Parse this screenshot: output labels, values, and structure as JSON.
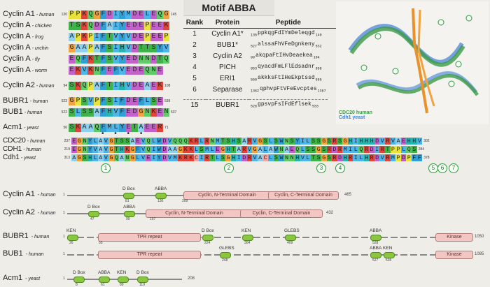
{
  "title": "Motif ABBA",
  "left_alignment": {
    "rows": [
      {
        "name": "Cyclin A1",
        "species": "- human",
        "start": "130",
        "seq": "PPKQGFDIYMDELEQG",
        "end": "145"
      },
      {
        "name": "Cyclin A",
        "species": "- chicken",
        "start": "",
        "seq": "TSKQDFAIYEDEPEEK",
        "end": ""
      },
      {
        "name": "Cyclin A",
        "species": "- frog",
        "start": "",
        "seq": "APKPIFTVYVDEPEEP",
        "end": ""
      },
      {
        "name": "Cyclin A",
        "species": "- urchin",
        "start": "",
        "seq": "GAAPAFSIHVDTTSYV",
        "end": ""
      },
      {
        "name": "Cyclin A",
        "species": "- fly",
        "start": "",
        "seq": "EQFKTFSVYEDNNDTQ",
        "end": ""
      },
      {
        "name": "Cyclin A",
        "species": "- worm",
        "start": "",
        "seq": "EKVKNFEFVEDEQNE",
        "end": ""
      },
      {
        "name": "Cyclin A2",
        "species": "- human",
        "start": "94",
        "seq": "SKQPAFTIHVDEAEK",
        "end": "108"
      },
      {
        "name": "BUBR1",
        "species": "- human",
        "start": "523",
        "seq": "GPSVPFSIFDEFLSE",
        "end": "539"
      },
      {
        "name": "BUB1",
        "species": "- human",
        "start": "522",
        "seq": "SLSSAFHVFEDGNKEN",
        "end": "537"
      },
      {
        "name": "Acm1",
        "species": "- yeast",
        "start": "56",
        "seq": "SKAAQFMLYETAEER",
        "end": "71"
      }
    ],
    "dots": "• • • •"
  },
  "rank_table": {
    "headers": [
      "Rank",
      "Protein",
      "Peptide"
    ],
    "rows": [
      {
        "rank": "1",
        "protein": "Cyclin A1*",
        "start": "135",
        "peptide": "ppkqgFdIYmDeleqgd",
        "end": "140"
      },
      {
        "rank": "2",
        "protein": "BUB1*",
        "start": "527",
        "peptide": "alssaFhVFeDgnkeny",
        "end": "532"
      },
      {
        "rank": "3",
        "protein": "Cyclin A2",
        "start": "99",
        "peptide": "akqpaFtIHvDeaekea",
        "end": "104"
      },
      {
        "rank": "4",
        "protein": "PICH",
        "start": "953",
        "peptide": "qyacdFmLFlEdsadnr",
        "end": "958"
      },
      {
        "rank": "5",
        "protein": "ERI1",
        "start": "550",
        "peptide": "akkksFtIHeEkptssd",
        "end": "555"
      },
      {
        "rank": "6",
        "protein": "Separase",
        "start": "1362",
        "peptide": "qphvpFtVFeEvcptes",
        "end": "1367"
      },
      {
        "rank": "15",
        "protein": "BUBR1",
        "start": "528",
        "peptide": "gpsvpFsIFdEflsek",
        "end": "533"
      }
    ]
  },
  "structure_legend": {
    "a": "CDC20 human",
    "b": "Cdh1 yeast",
    "color_a": "#3d9a48",
    "color_b": "#3e7fd6"
  },
  "bottom_alignment": {
    "rows": [
      {
        "name": "CDC20",
        "species": "- human",
        "start": "237",
        "seq": "EGNYLAVGTSSAEVQLWDVQQQKRLRNMTSHSARVGSLSWNSYILSSGSRSGHIHHHDVRVAEHHV",
        "end": "302"
      },
      {
        "name": "CDH1",
        "species": "- human",
        "start": "219",
        "seq": "EGNYVAVGTHKGFVQIWDAAGKKLSMLEGHTARVGALAWNAEQLSSGSRDRMILQRDIRTPPLQS",
        "end": "284"
      },
      {
        "name": "Cdh1",
        "species": "- yeast",
        "start": "313",
        "seq": "AGSHLAVGQANGLVEIYDVMKRKCIRTLSGHIDRVACLSWNNHVLTSGSRDHRILHRDVRMPDPFF",
        "end": "378"
      }
    ],
    "markers": [
      "1",
      "2",
      "3",
      "4",
      "5",
      "6",
      "7"
    ]
  },
  "domain_maps": [
    {
      "name": "Cyclin A1",
      "species": "- human",
      "start": "1",
      "end": "465",
      "motifs": [
        {
          "label": "D Box",
          "pos": "81"
        },
        {
          "label": "ABBA",
          "pos": "130"
        }
      ],
      "domains": [
        "Cyclin, N-Terminal Domain",
        "Cyclin, C-Terminal Domain"
      ],
      "domain_pos": "209"
    },
    {
      "name": "Cyclin A2",
      "species": "- human",
      "start": "1",
      "end": "432",
      "motifs": [
        {
          "label": "D Box",
          "pos": "47"
        },
        {
          "label": "ABBA",
          "pos": "99"
        }
      ],
      "domains": [
        "Cyclin, N-Terminal Domain",
        "Cyclin, C-Terminal Domain"
      ],
      "domain_pos": "157"
    },
    {
      "name": "BUBR1",
      "species": "- human",
      "start": "1",
      "end": "1050",
      "motifs": [
        {
          "label": "KEN",
          "pos": "26"
        },
        {
          "label": "D Box",
          "pos": "224"
        },
        {
          "label": "KEN",
          "pos": "304"
        },
        {
          "label": "GLEBS",
          "pos": "409"
        },
        {
          "label": "ABBA",
          "pos": "528"
        }
      ],
      "domains": [
        "TPR repeat",
        "Kinase"
      ],
      "domain_pos": "55"
    },
    {
      "name": "BUB1",
      "species": "- human",
      "start": "1",
      "end": "1085",
      "motifs": [
        {
          "label": "GLEBS",
          "pos": "248"
        },
        {
          "label": "ABBA",
          "pos": "527"
        },
        {
          "label": "KEN",
          "pos": "535"
        }
      ],
      "domains": [
        "TPR repeat",
        "Kinase"
      ],
      "domain_pos": ""
    },
    {
      "name": "Acm1",
      "species": "- yeast",
      "start": "1",
      "end": "208",
      "motifs": [
        {
          "label": "D Box",
          "pos": "8"
        },
        {
          "label": "ABBA",
          "pos": "61"
        },
        {
          "label": "KEN",
          "pos": "89"
        },
        {
          "label": "D Box",
          "pos": "119"
        }
      ],
      "domains": [],
      "domain_pos": ""
    }
  ]
}
